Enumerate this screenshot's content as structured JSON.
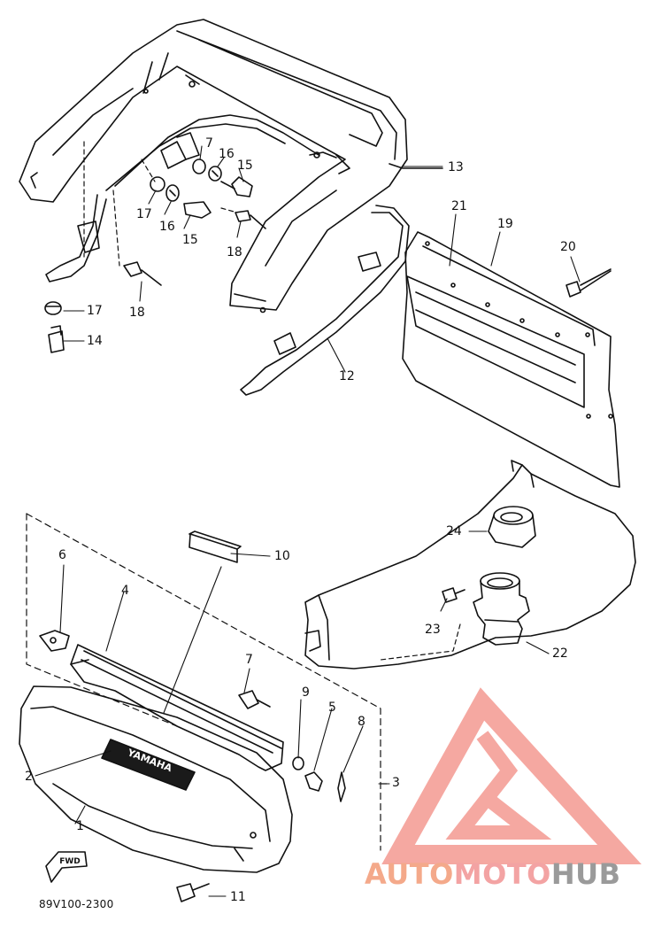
{
  "diagram": {
    "code": "89V100-2300",
    "fwd_label": "FWD",
    "emblem_text": "YAMAHA",
    "callouts": [
      "1",
      "2",
      "3",
      "4",
      "5",
      "6",
      "7",
      "8",
      "9",
      "10",
      "11",
      "12",
      "13",
      "14",
      "15",
      "16",
      "17",
      "18",
      "19",
      "20",
      "21",
      "22",
      "23",
      "24"
    ]
  },
  "watermark": {
    "part1": "AUTO",
    "part2": "MOTO",
    "part3": "HUB",
    "colors": {
      "auto": "#f4a98a",
      "moto": "#f3a3a3",
      "hub": "#9a9a9a",
      "logo": "#f28b82"
    }
  }
}
